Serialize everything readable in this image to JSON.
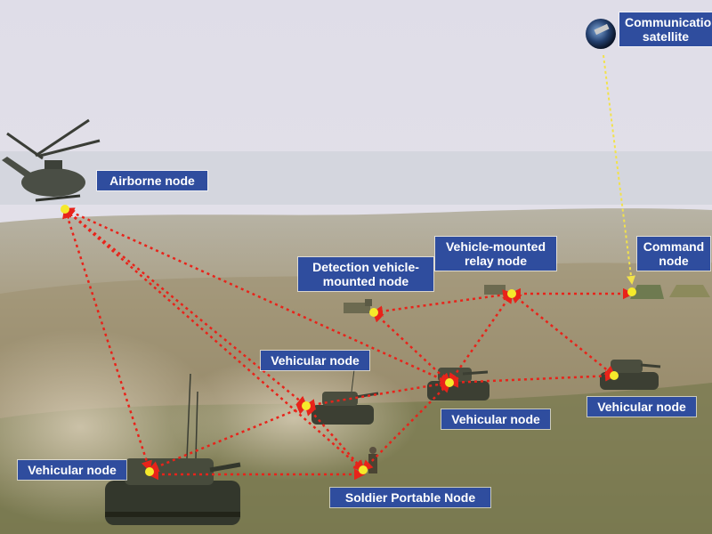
{
  "labels": {
    "satellite": "Communication\nsatellite",
    "airborne": "Airborne node",
    "relay": "Vehicle-mounted\nrelay node",
    "command": "Command\nnode",
    "detection": "Detection vehicle-\nmounted node",
    "vehicular_mid": "Vehicular node",
    "vehicular_center": "Vehicular node",
    "vehicular_right": "Vehicular node",
    "vehicular_left": "Vehicular node",
    "soldier": "Soldier Portable Node"
  },
  "colors": {
    "label_bg": "#2f4d9e",
    "label_text": "#ffffff",
    "link_red": "#e8231a",
    "satellite_link": "#f2e24a",
    "node_dot": "#f5e92b"
  },
  "icons": [
    "satellite-icon",
    "helicopter-icon",
    "tank-icon",
    "truck-icon",
    "tent-icon",
    "soldier-icon"
  ]
}
